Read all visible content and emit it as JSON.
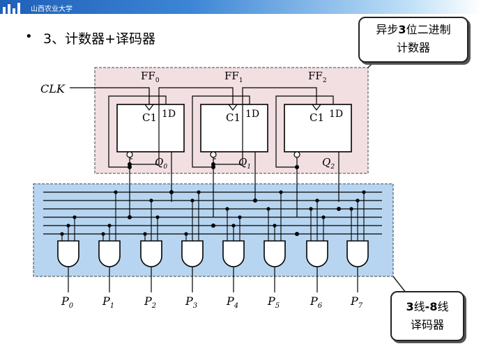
{
  "header": {
    "university": "山西农业大学"
  },
  "slide": {
    "bullet": "•",
    "title": "3、计数器+译码器"
  },
  "callouts": {
    "counter": {
      "line1_pre": "异步",
      "line1_bold": "3",
      "line1_post": "位二进制",
      "line2": "计数器"
    },
    "decoder": {
      "line1_bold_a": "3",
      "line1_mid": "线",
      "line1_bold_b": "-8",
      "line1_post": "线",
      "line2": "译码器"
    }
  },
  "diagram": {
    "clk_label": "CLK",
    "flipflops": [
      {
        "name_base": "FF",
        "name_sub": "0",
        "clock_label": "C1",
        "data_label": "1D",
        "q_base": "Q",
        "q_sub": "0"
      },
      {
        "name_base": "FF",
        "name_sub": "1",
        "clock_label": "C1",
        "data_label": "1D",
        "q_base": "Q",
        "q_sub": "1"
      },
      {
        "name_base": "FF",
        "name_sub": "2",
        "clock_label": "C1",
        "data_label": "1D",
        "q_base": "Q",
        "q_sub": "2"
      }
    ],
    "outputs": [
      {
        "base": "P",
        "sub": "0"
      },
      {
        "base": "P",
        "sub": "1"
      },
      {
        "base": "P",
        "sub": "2"
      },
      {
        "base": "P",
        "sub": "3"
      },
      {
        "base": "P",
        "sub": "4"
      },
      {
        "base": "P",
        "sub": "5"
      },
      {
        "base": "P",
        "sub": "6"
      },
      {
        "base": "P",
        "sub": "7"
      }
    ]
  },
  "colors": {
    "counter_box_fill": "#f2dfe2",
    "decoder_box_fill": "#b7d5f0",
    "header_blue": "#2a6cc4",
    "wire": "#000000"
  }
}
